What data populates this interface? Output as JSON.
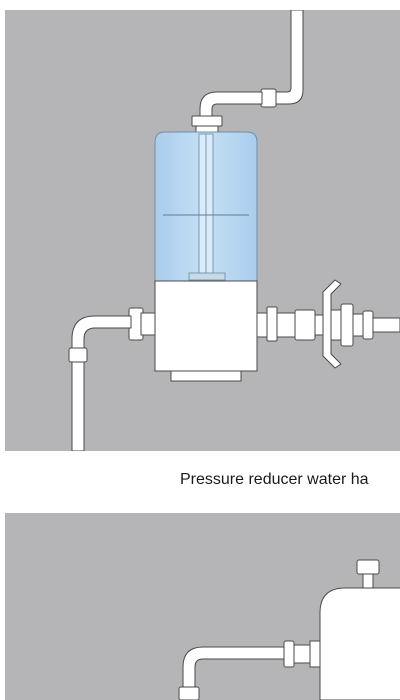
{
  "caption": "Pressure reducer water ha",
  "colors": {
    "background_panel": "#b5b5b8",
    "pipe_fill": "#ffffff",
    "outline": "#4a4a4a",
    "filter_bowl": "#b8d8f2",
    "filter_bowl_edge": "#6e8fa8"
  },
  "top_diagram": {
    "components": [
      "inlet-pipe",
      "filter-bowl",
      "pressure-reducer-body",
      "outlet-union-valve",
      "supply-pipe"
    ]
  },
  "bottom_diagram": {
    "components": [
      "water-heater-tank",
      "relief-valve",
      "connection-pipe"
    ]
  }
}
